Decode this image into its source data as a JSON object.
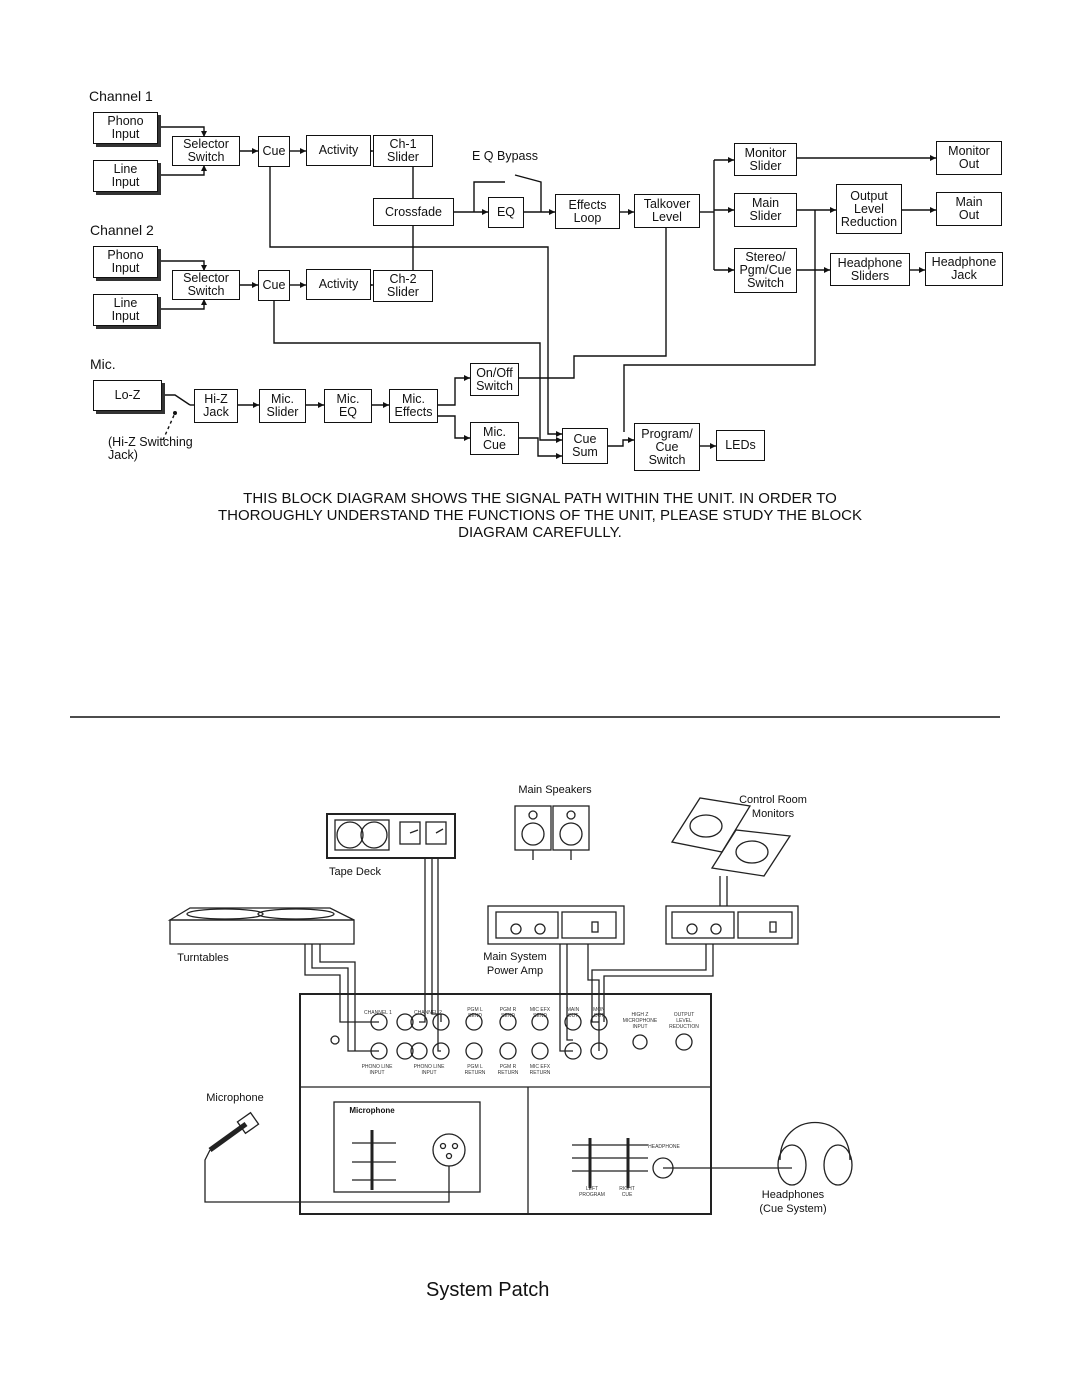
{
  "block_diagram": {
    "labels": {
      "channel1": "Channel 1",
      "channel2": "Channel 2",
      "mic": "Mic.",
      "eq_bypass": "E Q Bypass",
      "hiz_switching": "(Hi-Z Switching\nJack)"
    },
    "blocks": {
      "ch1_phono": "Phono\nInput",
      "ch1_line": "Line\nInput",
      "ch1_selector": "Selector\nSwitch",
      "ch1_cue": "Cue",
      "ch1_activity": "Activity",
      "ch1_slider": "Ch-1\nSlider",
      "ch2_phono": "Phono\nInput",
      "ch2_line": "Line\nInput",
      "ch2_selector": "Selector\nSwitch",
      "ch2_cue": "Cue",
      "ch2_activity": "Activity",
      "ch2_slider": "Ch-2\nSlider",
      "crossfade": "Crossfade",
      "eq": "EQ",
      "effects_loop": "Effects\nLoop",
      "talkover": "Talkover\nLevel",
      "monitor_slider": "Monitor\nSlider",
      "main_slider": "Main\nSlider",
      "stereo_pgm": "Stereo/\nPgm/Cue\nSwitch",
      "output_level": "Output\nLevel\nReduction",
      "monitor_out": "Monitor\nOut",
      "main_out": "Main\nOut",
      "headphone_sliders": "Headphone\nSliders",
      "headphone_jack": "Headphone\nJack",
      "lo_z": "Lo-Z",
      "hi_z": "Hi-Z\nJack",
      "mic_slider": "Mic.\nSlider",
      "mic_eq": "Mic.\nEQ",
      "mic_effects": "Mic.\nEffects",
      "on_off": "On/Off\nSwitch",
      "mic_cue": "Mic.\nCue",
      "cue_sum": "Cue\nSum",
      "program_cue": "Program/\nCue\nSwitch",
      "leds": "LEDs"
    },
    "caption": "THIS BLOCK DIAGRAM SHOWS THE SIGNAL PATH WITHIN THE UNIT. IN ORDER TO\nTHOROUGHLY UNDERSTAND THE FUNCTIONS OF THE UNIT, PLEASE STUDY THE BLOCK\nDIAGRAM CAREFULLY."
  },
  "system_patch": {
    "labels": {
      "main_speakers": "Main Speakers",
      "control_room": "Control Room\nMonitors",
      "tape_deck": "Tape Deck",
      "turntables": "Turntables",
      "power_amp": "Main System\nPower Amp",
      "microphone": "Microphone",
      "microphone_panel": "Microphone",
      "headphones": "Headphones\n(Cue System)"
    },
    "panel_labels": {
      "channel1": "CHANNEL 1",
      "channel2": "CHANNEL 2",
      "pgm_l_send": "PGM L\nSEND",
      "pgm_r_send": "PGM R\nSEND",
      "mic_efx_send": "MIC EFX\nSEND",
      "main_out": "MAIN\nOUT",
      "mon_out": "MON\nOUT",
      "high_z": "HIGH Z\nMICROPHONE\nINPUT",
      "output_level": "OUTPUT\nLEVEL\nREDUCTION",
      "phono_line": "PHONO   LINE\nINPUT",
      "phono_line2": "PHONO   LINE\nINPUT",
      "pgm_l_return": "PGM L\nRETURN",
      "pgm_r_return": "PGM R\nRETURN",
      "mic_efx_return": "MIC EFX\nRETURN",
      "headphone": "HEADPHONE",
      "left_program": "LEFT\nPROGRAM",
      "right_cue": "RIGHT\nCUE"
    },
    "title": "System Patch"
  }
}
